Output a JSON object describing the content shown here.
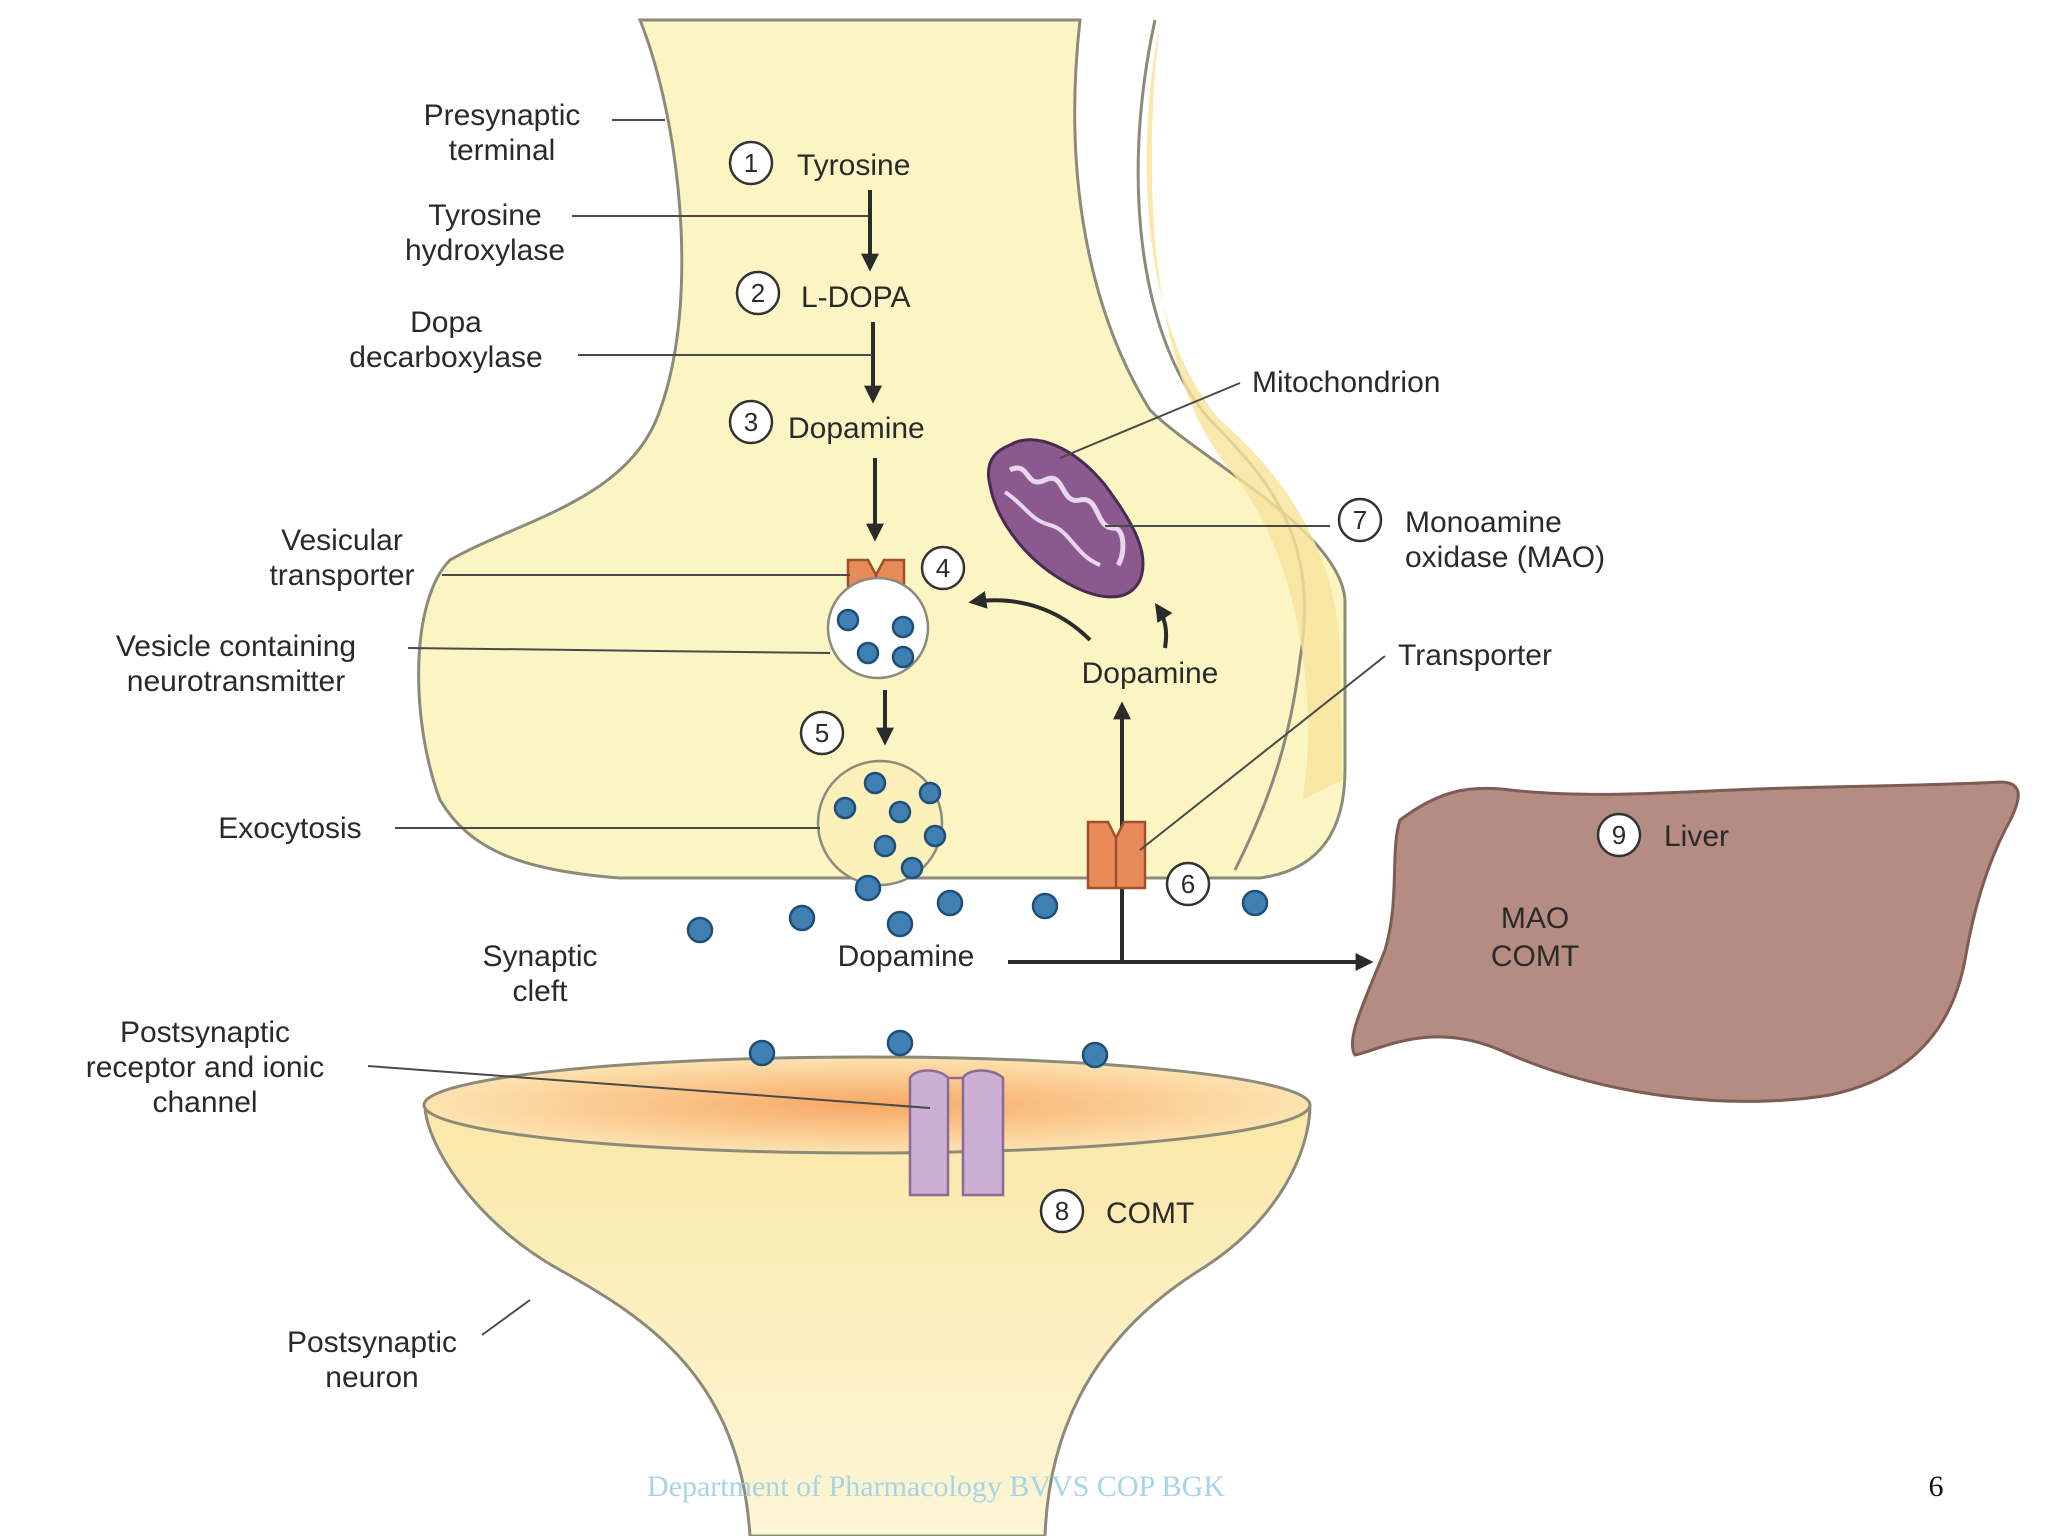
{
  "labels": {
    "presynaptic_terminal": [
      "Presynaptic",
      "terminal"
    ],
    "tyrosine_hydroxylase": [
      "Tyrosine",
      "hydroxylase"
    ],
    "dopa_decarboxylase": [
      "Dopa",
      "decarboxylase"
    ],
    "vesicular_transporter": [
      "Vesicular",
      "transporter"
    ],
    "vesicle_containing": [
      "Vesicle containing",
      "neurotransmitter"
    ],
    "exocytosis": "Exocytosis",
    "synaptic_cleft": [
      "Synaptic",
      "cleft"
    ],
    "postsynaptic_receptor": [
      "Postsynaptic",
      "receptor and ionic",
      "channel"
    ],
    "postsynaptic_neuron": [
      "Postsynaptic",
      "neuron"
    ],
    "mitochondrion": "Mitochondrion",
    "monoamine_oxidase": [
      "Monoamine",
      "oxidase (MAO)"
    ],
    "transporter": "Transporter",
    "dopamine_reuptake": "Dopamine",
    "dopamine_cleft": "Dopamine",
    "liver_enzymes": [
      "MAO",
      "COMT"
    ]
  },
  "steps": [
    {
      "num": "1",
      "label": "Tyrosine"
    },
    {
      "num": "2",
      "label": "L-DOPA"
    },
    {
      "num": "3",
      "label": "Dopamine"
    },
    {
      "num": "4",
      "label": ""
    },
    {
      "num": "5",
      "label": ""
    },
    {
      "num": "6",
      "label": ""
    },
    {
      "num": "7",
      "label": ""
    },
    {
      "num": "8",
      "label": "COMT"
    },
    {
      "num": "9",
      "label": "Liver"
    }
  ],
  "colors": {
    "neuron_fill": "#fbf5c4",
    "neuron_edge": "#8c8a7a",
    "mitochondrion": "#8a5a8e",
    "transporter": "#e88a5a",
    "receptor": "#cbb0d4",
    "liver": "#b58c82",
    "molecule": "#3f7fb2"
  },
  "footer": {
    "text": "Department of Pharmacology BVVS COP BGK",
    "page_number": "6"
  }
}
